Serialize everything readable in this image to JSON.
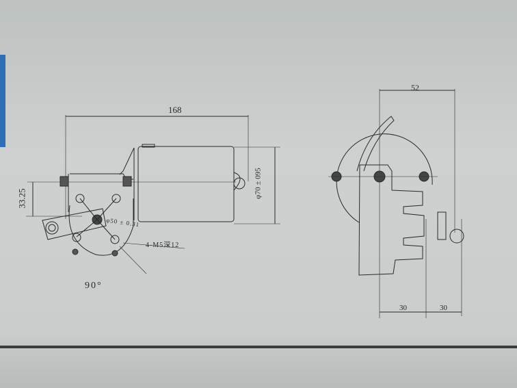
{
  "side_view": {
    "length_dim": "168",
    "height_dim": "33.25",
    "diameter_dim": "φ70 ± 095",
    "bolt_circle_dim": "φ50 ± 0.31",
    "thread_note": "4-M5深12",
    "angle": "90°"
  },
  "end_view": {
    "width_dim": "52",
    "left_dim": "30",
    "right_dim": "30"
  },
  "colors": {
    "paper": "#c9cdcb",
    "ink": "#2a2a2a",
    "blue_tab": "#2a6fb8"
  }
}
